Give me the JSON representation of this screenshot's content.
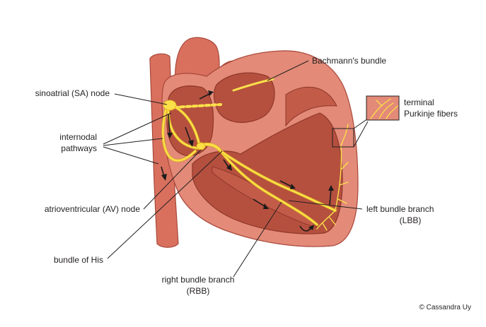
{
  "labels": {
    "sa_node": "sinoatrial (SA) node",
    "internodal_1": "internodal",
    "internodal_2": "pathways",
    "av_node": "atrioventricular (AV) node",
    "bundle_of_his": "bundle of His",
    "right_bundle_1": "right bundle branch",
    "right_bundle_2": "(RBB)",
    "bachmann": "Bachmann's bundle",
    "purkinje_1": "terminal",
    "purkinje_2": "Purkinje fibers",
    "left_bundle_1": "left bundle branch",
    "left_bundle_2": "(LBB)"
  },
  "credit": "© Cassandra Uy",
  "colors": {
    "myocardium": "#e38a78",
    "chamber": "#b5503f",
    "conduction": "#fbe04a",
    "ink": "#231f20"
  }
}
